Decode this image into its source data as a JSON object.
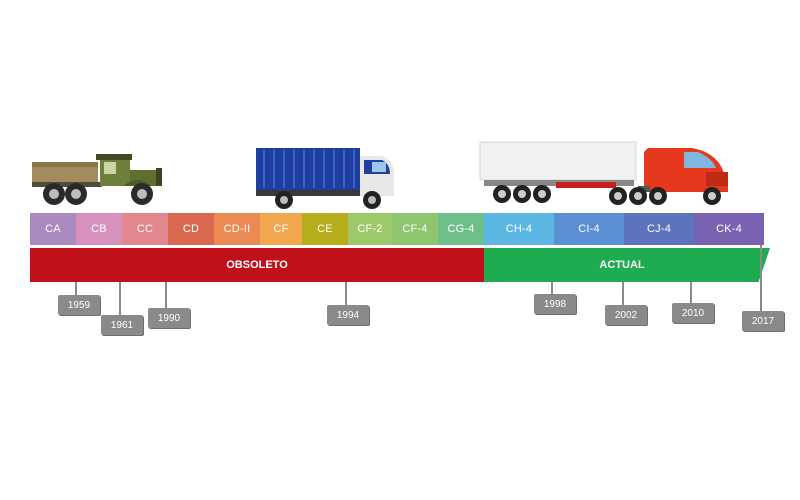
{
  "categories": [
    {
      "label": "CA",
      "color": "#a98bbf",
      "w": 46
    },
    {
      "label": "CB",
      "color": "#d692bd",
      "w": 46
    },
    {
      "label": "CC",
      "color": "#e2878f",
      "w": 46
    },
    {
      "label": "CD",
      "color": "#d8694f",
      "w": 46
    },
    {
      "label": "CD-II",
      "color": "#eb8a52",
      "w": 46
    },
    {
      "label": "CF",
      "color": "#f1a84f",
      "w": 42
    },
    {
      "label": "CE",
      "color": "#b6ad1b",
      "w": 46
    },
    {
      "label": "CF-2",
      "color": "#9dc96a",
      "w": 44
    },
    {
      "label": "CF-4",
      "color": "#8dc66f",
      "w": 46
    },
    {
      "label": "CG-4",
      "color": "#6fbf8a",
      "w": 46
    },
    {
      "label": "CH-4",
      "color": "#5bb6e2",
      "w": 70
    },
    {
      "label": "CI-4",
      "color": "#5b8fd3",
      "w": 70
    },
    {
      "label": "CJ-4",
      "color": "#5d74bd",
      "w": 70
    },
    {
      "label": "CK-4",
      "color": "#7a62b3",
      "w": 70
    }
  ],
  "status": {
    "obsolete_label": "OBSOLETO",
    "actual_label": "ACTUAL",
    "obsolete_color": "#c0101a",
    "actual_color": "#1fab4f"
  },
  "years": [
    {
      "label": "1959"
    },
    {
      "label": "1961"
    },
    {
      "label": "1990"
    },
    {
      "label": "1994"
    },
    {
      "label": "1998"
    },
    {
      "label": "2002"
    },
    {
      "label": "2010"
    },
    {
      "label": "2017"
    }
  ],
  "vehicles": [
    {
      "name": "vintage-truck-icon",
      "color": "#6d7f3a"
    },
    {
      "name": "box-truck-icon",
      "color": "#1f3fa0"
    },
    {
      "name": "semi-truck-icon",
      "color": "#e5381e"
    }
  ]
}
